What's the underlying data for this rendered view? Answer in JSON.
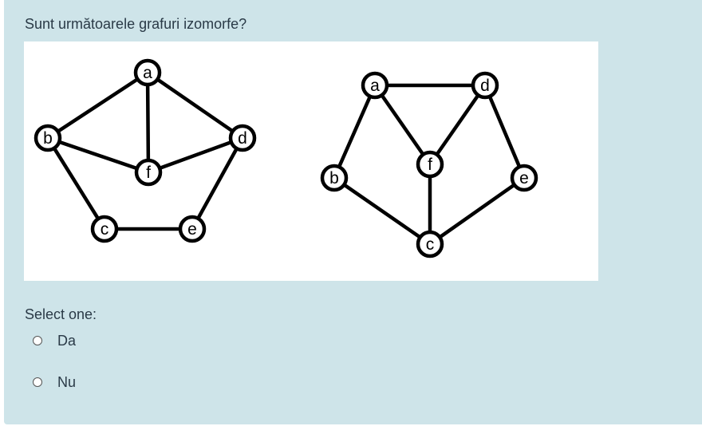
{
  "question": {
    "text": "Sunt următoarele grafuri izomorfe?",
    "select_prompt": "Select one:",
    "options": [
      {
        "label": "Da",
        "selected": false
      },
      {
        "label": "Nu",
        "selected": false
      }
    ]
  },
  "graph1": {
    "nodes": [
      "a",
      "b",
      "d",
      "f",
      "c",
      "e"
    ],
    "edges": [
      [
        "a",
        "b"
      ],
      [
        "a",
        "f"
      ],
      [
        "a",
        "d"
      ],
      [
        "b",
        "f"
      ],
      [
        "f",
        "d"
      ],
      [
        "b",
        "c"
      ],
      [
        "d",
        "e"
      ],
      [
        "c",
        "e"
      ]
    ]
  },
  "graph2": {
    "nodes": [
      "a",
      "d",
      "f",
      "b",
      "e",
      "c"
    ],
    "edges": [
      [
        "a",
        "d"
      ],
      [
        "a",
        "b"
      ],
      [
        "a",
        "f"
      ],
      [
        "d",
        "f"
      ],
      [
        "d",
        "e"
      ],
      [
        "f",
        "c"
      ],
      [
        "b",
        "c"
      ],
      [
        "e",
        "c"
      ]
    ]
  },
  "colors": {
    "card_background": "#cee4e9",
    "text": "#2a3a47",
    "figure_background": "#ffffff",
    "graph_stroke": "#000000"
  }
}
